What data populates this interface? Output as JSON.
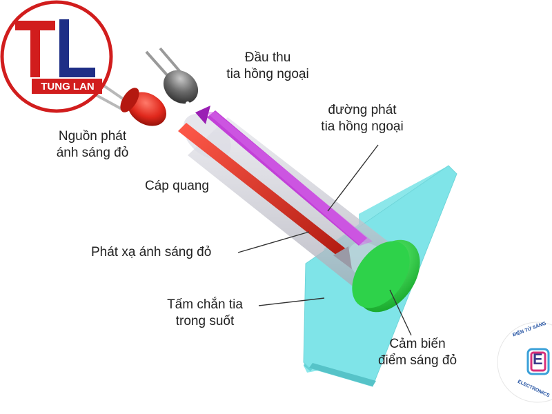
{
  "diagram": {
    "labels": {
      "receiver_line1": "Đầu thu",
      "receiver_line2": "tia hồng ngoại",
      "ir_path_line1": "đường phát",
      "ir_path_line2": "tia hồng ngoại",
      "red_source_line1": "Nguồn phát",
      "red_source_line2": "ánh sáng đỏ",
      "fiber": "Cáp quang",
      "red_emission": "Phát xạ ánh sáng đỏ",
      "screen_line1": "Tấm chắn tia",
      "screen_line2": "trong suốt",
      "sensor_line1": "Cảm biến",
      "sensor_line2": "điểm sáng đỏ"
    },
    "colors": {
      "red_beam": "#d83a2e",
      "ir_beam": "#c240d8",
      "screen": "#7fe4e8",
      "sensor": "#2ed24a",
      "led_red": "#e0281c",
      "fiber": "#cfcfd6"
    }
  },
  "logos": {
    "left_brand": "TUNG LAN",
    "left_letters": "TL",
    "right_ring_top": "ĐIỆN TỬ SÁNG",
    "right_ring_bottom": "ELECTRONICS",
    "right_letter": "E"
  }
}
